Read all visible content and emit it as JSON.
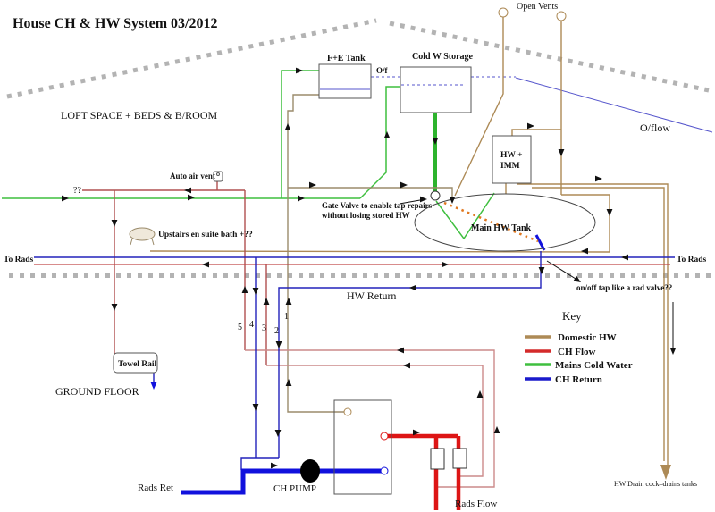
{
  "title": "House CH & HW System 03/2012",
  "floors": {
    "loft": "LOFT SPACE + BEDS & B/ROOM",
    "ground": "GROUND FLOOR"
  },
  "tanks": {
    "fe_tank": "F+E Tank",
    "cold_storage": "Cold W Storage",
    "hw_imm_line1": "HW +",
    "hw_imm_line2": "IMM",
    "main_hw_tank": "Main HW Tank"
  },
  "vents": {
    "open_vents": "Open Vents",
    "auto_air_vent": "Auto air vent",
    "overflow": "O/flow",
    "of_short": "O/f"
  },
  "notes": {
    "unknown": "??",
    "gate_valve_line1": "Gate Valve to enable tap repairs",
    "gate_valve_line2": "without losing stored HW",
    "upstairs_bath": "Upstairs en suite bath +??",
    "onoff_tap": "on/off tap like a rad valve??",
    "hw_drain": "HW Drain cock–drains tanks"
  },
  "pipes": {
    "to_rads_left": "To Rads",
    "to_rads_right": "To Rads",
    "hw_return": "HW Return",
    "rads_ret": "Rads Ret",
    "rads_flow": "Rads Flow",
    "ch_pump": "CH PUMP",
    "towel_rail": "Towel Rail",
    "numbers": [
      "1",
      "2",
      "3",
      "4",
      "5"
    ]
  },
  "key": {
    "title": "Key",
    "items": [
      {
        "label": "Domestic HW",
        "color": "#ad8a56"
      },
      {
        "label": "CH Flow",
        "color": "#d42a2a"
      },
      {
        "label": "Mains Cold Water",
        "color": "#3fbf3f"
      },
      {
        "label": "CH Return",
        "color": "#1a1acc"
      }
    ]
  }
}
